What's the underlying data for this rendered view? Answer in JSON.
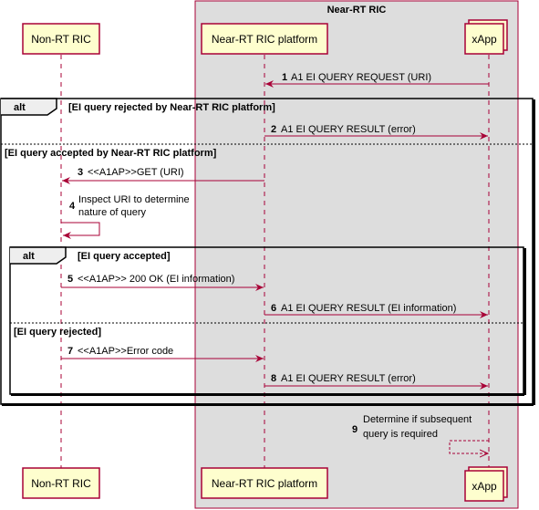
{
  "colors": {
    "line": "#A80036",
    "participant_fill": "#FEFECE",
    "box_fill": "#DDDDDD",
    "frame": "#000000",
    "background": "#FFFFFF"
  },
  "box": {
    "title": "Near-RT RIC"
  },
  "participants": {
    "nonrt": {
      "label": "Non-RT RIC"
    },
    "platform": {
      "label": "Near-RT RIC platform"
    },
    "xapp": {
      "label": "xApp"
    }
  },
  "messages": [
    {
      "num": "1",
      "text": "A1 EI QUERY REQUEST (URI)"
    },
    {
      "num": "2",
      "text": "A1 EI QUERY RESULT (error)"
    },
    {
      "num": "3",
      "text": "<<A1AP>>GET (URI)"
    },
    {
      "num": "4",
      "lines": [
        "Inspect URI to determine",
        "nature of query"
      ]
    },
    {
      "num": "5",
      "text": "<<A1AP>> 200 OK (EI information)"
    },
    {
      "num": "6",
      "text": "A1 EI QUERY RESULT (EI information)"
    },
    {
      "num": "7",
      "text": "<<A1AP>>Error code"
    },
    {
      "num": "8",
      "text": "A1 EI QUERY RESULT (error)"
    },
    {
      "num": "9",
      "lines": [
        "Determine if subsequent",
        "query is required"
      ]
    }
  ],
  "frames": {
    "outer": {
      "keyword": "alt",
      "guard1": "[EI query rejected by Near-RT RIC platform]",
      "guard2": "[EI query accepted by Near-RT RIC platform]"
    },
    "inner": {
      "keyword": "alt",
      "guard1": "[EI query accepted]",
      "guard2": "[EI query rejected]"
    }
  }
}
